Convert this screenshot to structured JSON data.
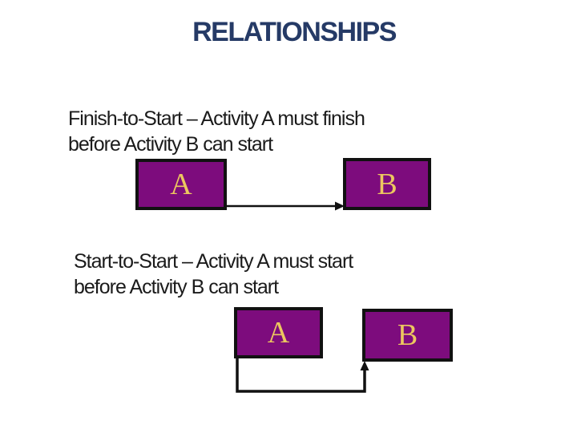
{
  "slide": {
    "title": "RELATIONSHIPS",
    "colors": {
      "background": "#ffffff",
      "title_text": "#253a66",
      "body_text": "#1b1b1b",
      "activity_box_fill": "#7d0c7d",
      "activity_box_border": "#111111",
      "activity_letter": "#ecc75f",
      "connector_line": "#111111"
    },
    "sections": [
      {
        "name": "finish-to-start",
        "lines": [
          "Finish-to-Start – Activity A must finish",
          "before Activity B can start"
        ],
        "boxes": [
          "A",
          "B"
        ]
      },
      {
        "name": "start-to-start",
        "lines": [
          "Start-to-Start – Activity A must start",
          "before Activity B can start"
        ],
        "boxes": [
          "A",
          "B"
        ]
      }
    ]
  }
}
